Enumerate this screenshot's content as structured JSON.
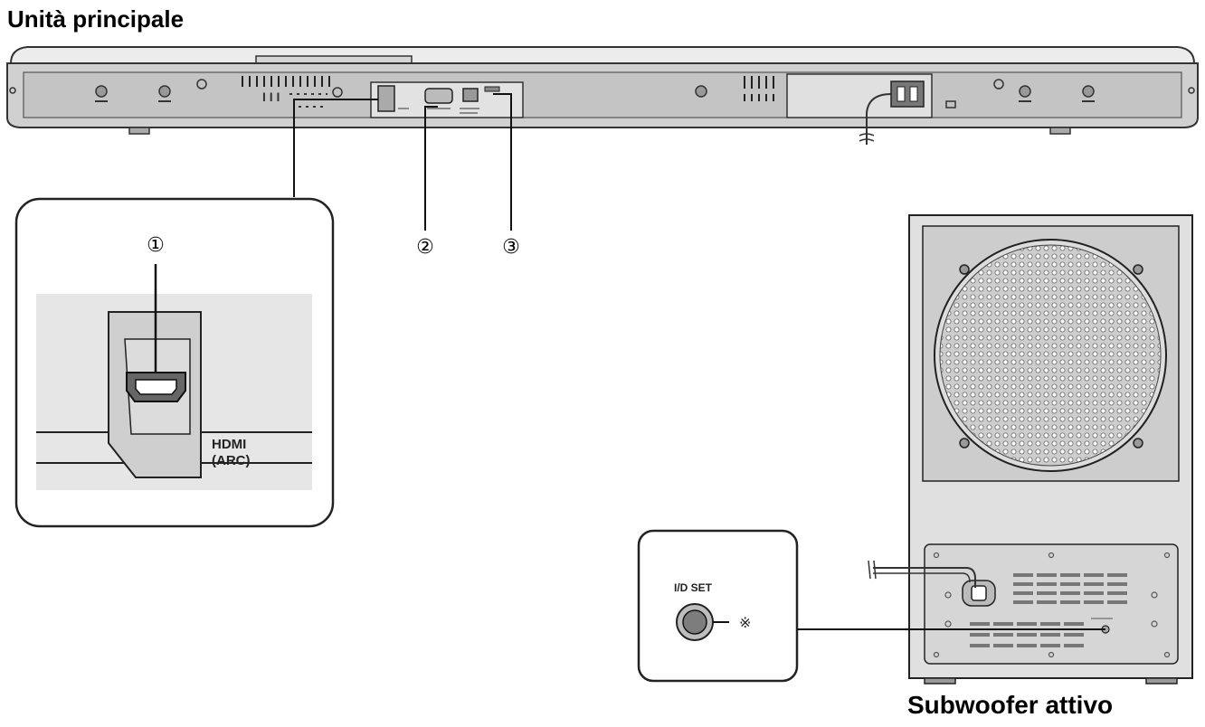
{
  "titles": {
    "main_unit": "Unità principale",
    "subwoofer": "Subwoofer attivo"
  },
  "callouts": {
    "c1": "①",
    "c2": "②",
    "c3": "③"
  },
  "labels": {
    "hdmi_line1": "HDMI",
    "hdmi_line2": "(ARC)",
    "id_set": "I/D SET",
    "led_symbol": "※"
  }
}
